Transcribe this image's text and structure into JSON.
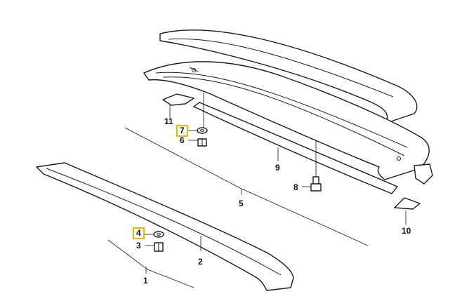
{
  "diagram": {
    "callouts": [
      {
        "id": "1",
        "label": "1"
      },
      {
        "id": "2",
        "label": "2"
      },
      {
        "id": "3",
        "label": "3"
      },
      {
        "id": "4",
        "label": "4",
        "highlighted": true
      },
      {
        "id": "5",
        "label": "5"
      },
      {
        "id": "6",
        "label": "6"
      },
      {
        "id": "7",
        "label": "7",
        "highlighted": true
      },
      {
        "id": "8",
        "label": "8"
      },
      {
        "id": "9",
        "label": "9"
      },
      {
        "id": "10",
        "label": "10"
      },
      {
        "id": "11",
        "label": "11"
      }
    ],
    "highlight_color": "#e8b800"
  }
}
